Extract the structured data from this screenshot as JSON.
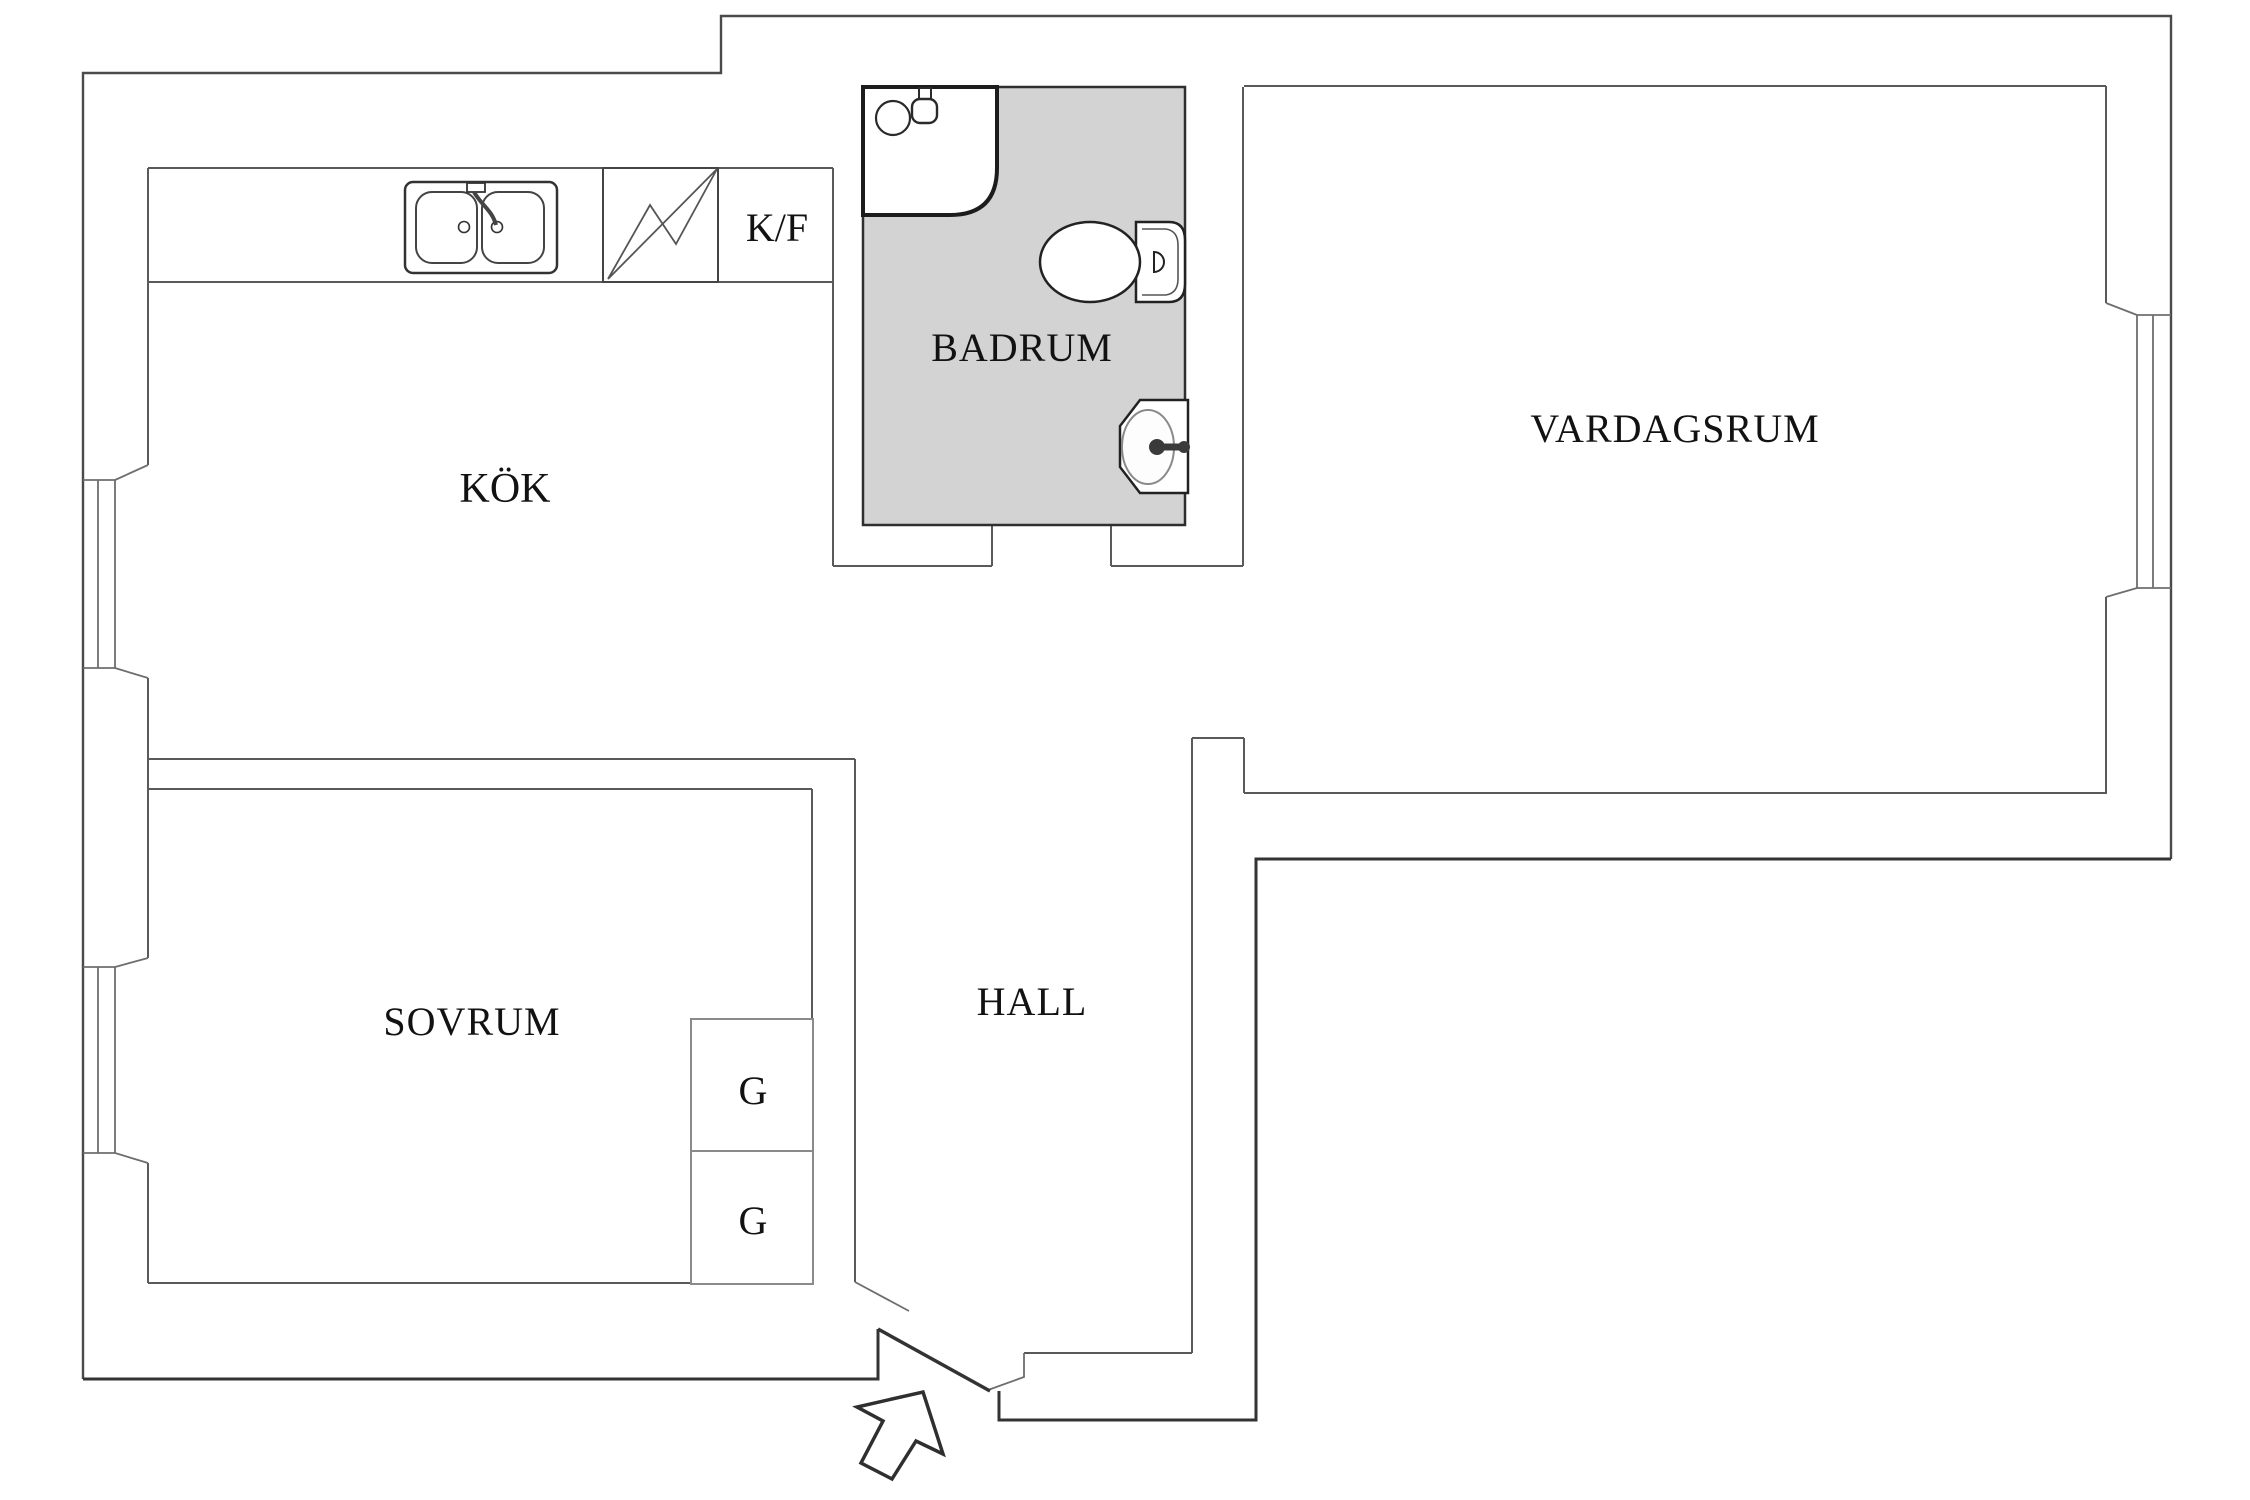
{
  "title": "Apartment floor plan",
  "plan_type": "floor-plan",
  "colors": {
    "background": "#ffffff",
    "wall_line": "#4a4a4a",
    "dark_line": "#333333",
    "bathroom_floor": "#d3d3d3",
    "text": "#121212"
  },
  "rooms": {
    "kok": {
      "label": "KÖK"
    },
    "badrum": {
      "label": "BADRUM"
    },
    "vardagsrum": {
      "label": "VARDAGSRUM"
    },
    "sovrum": {
      "label": "SOVRUM"
    },
    "hall": {
      "label": "HALL"
    }
  },
  "fixtures": {
    "fridge_freezer": {
      "label": "K/F"
    },
    "wardrobe_top": {
      "label": "G"
    },
    "wardrobe_bottom": {
      "label": "G"
    }
  }
}
